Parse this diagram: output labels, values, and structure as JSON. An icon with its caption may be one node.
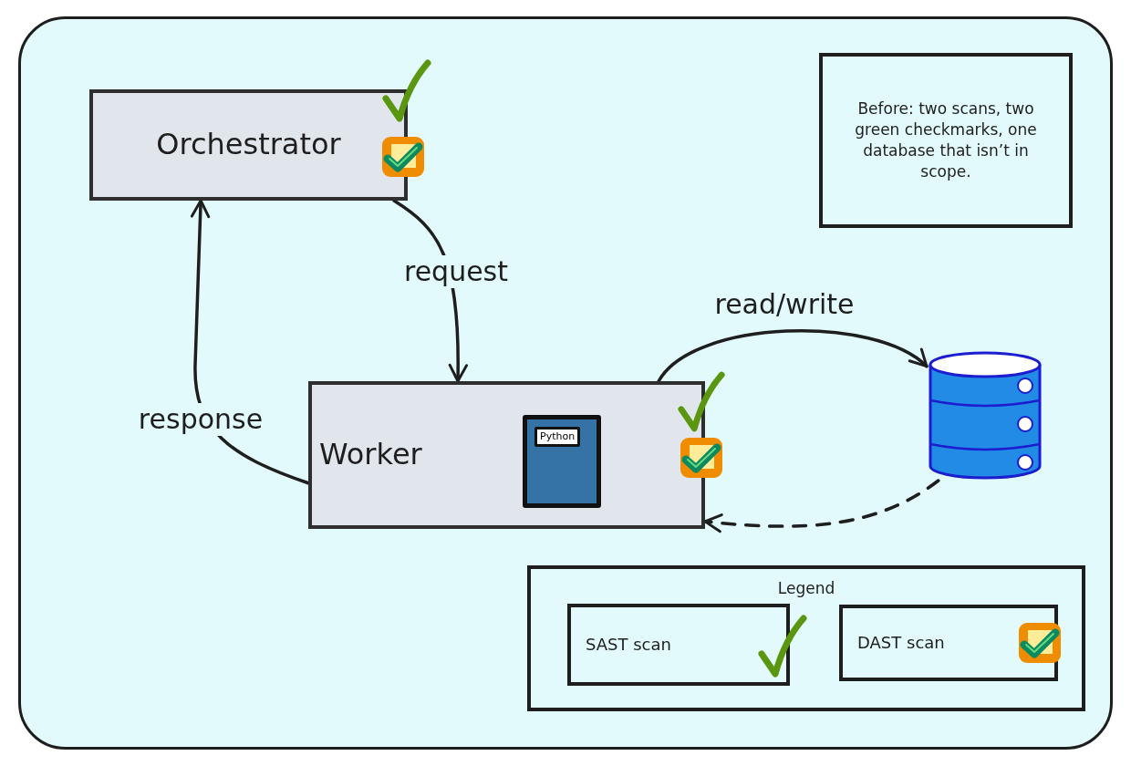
{
  "diagram": {
    "nodes": [
      {
        "text": [
          "Orchestrator"
        ]
      },
      {
        "text": [
          "Before: two scans, two green checkmarks, one database that isn’t in scope."
        ]
      },
      {
        "text": [
          "Worker"
        ]
      },
      {
        "text": [
          "Python"
        ],
        "in": 2
      },
      {
        "text": [],
        "shape": "cylinder"
      },
      {
        "text": [
          "Legend"
        ]
      },
      {
        "text": [
          "SAST scan"
        ],
        "in": 5
      },
      {
        "text": [
          "DAST scan"
        ],
        "in": 5
      }
    ],
    "edges": [
      {
        "from": 0,
        "to": 2,
        "arrow": "to",
        "label": "request"
      },
      {
        "from": 2,
        "to": 0,
        "arrow": "to",
        "label": "response"
      },
      {
        "from": 2,
        "to": 4,
        "arrow": "to",
        "label": "read/write"
      },
      {
        "from": 4,
        "to": 2,
        "arrow": "to",
        "style": "dashed"
      }
    ]
  }
}
